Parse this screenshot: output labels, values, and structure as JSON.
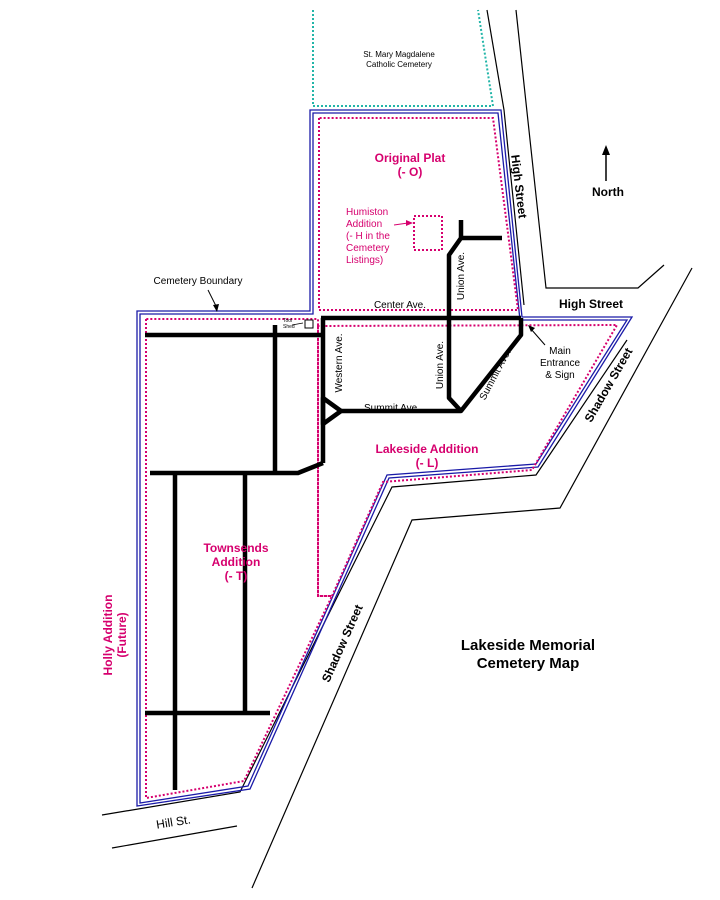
{
  "colors": {
    "boundary": "#1a1aa8",
    "section_line": "#d6006e",
    "section_text": "#d6006e",
    "adjacent_cemetery": "#22b5a8",
    "roads": "#000000",
    "streets": "#000000"
  },
  "map": {
    "title_line1": "Lakeside Memorial",
    "title_line2": "Cemetery Map",
    "north_label": "North",
    "adjacent_line1": "St. Mary Magdalene",
    "adjacent_line2": "Catholic Cemetery",
    "cemetery_boundary_label": "Cemetery Boundary",
    "tool_shed_line1": "Tool",
    "tool_shed_line2": "Shed",
    "main_entrance_line1": "Main",
    "main_entrance_line2": "Entrance",
    "main_entrance_line3": "& Sign"
  },
  "sections": {
    "original_line1": "Original Plat",
    "original_line2": "(- O)",
    "humiston_line1": "Humiston",
    "humiston_line2": "Addition",
    "humiston_line3": "(- H in the",
    "humiston_line4": "Cemetery",
    "humiston_line5": "Listings)",
    "lakeside_line1": "Lakeside Addition",
    "lakeside_line2": "(- L)",
    "townsends_line1": "Townsends",
    "townsends_line2": "Addition",
    "townsends_line3": "(- T)",
    "holly_line1": "Holly Addition",
    "holly_line2": "(Future)"
  },
  "roads": {
    "center_ave": "Center Ave.",
    "summit_ave_h": "Summit Ave.",
    "summit_ave_diag": "Summit Ave.",
    "western_ave": "Western Ave.",
    "union_ave_upper": "Union Ave.",
    "union_ave_lower": "Union Ave."
  },
  "streets": {
    "high_street_vertical": "High Street",
    "high_street_horizontal": "High Street",
    "shadow_street_upper": "Shadow Street",
    "shadow_street_lower": "Shadow Street",
    "hill_st": "Hill St."
  }
}
